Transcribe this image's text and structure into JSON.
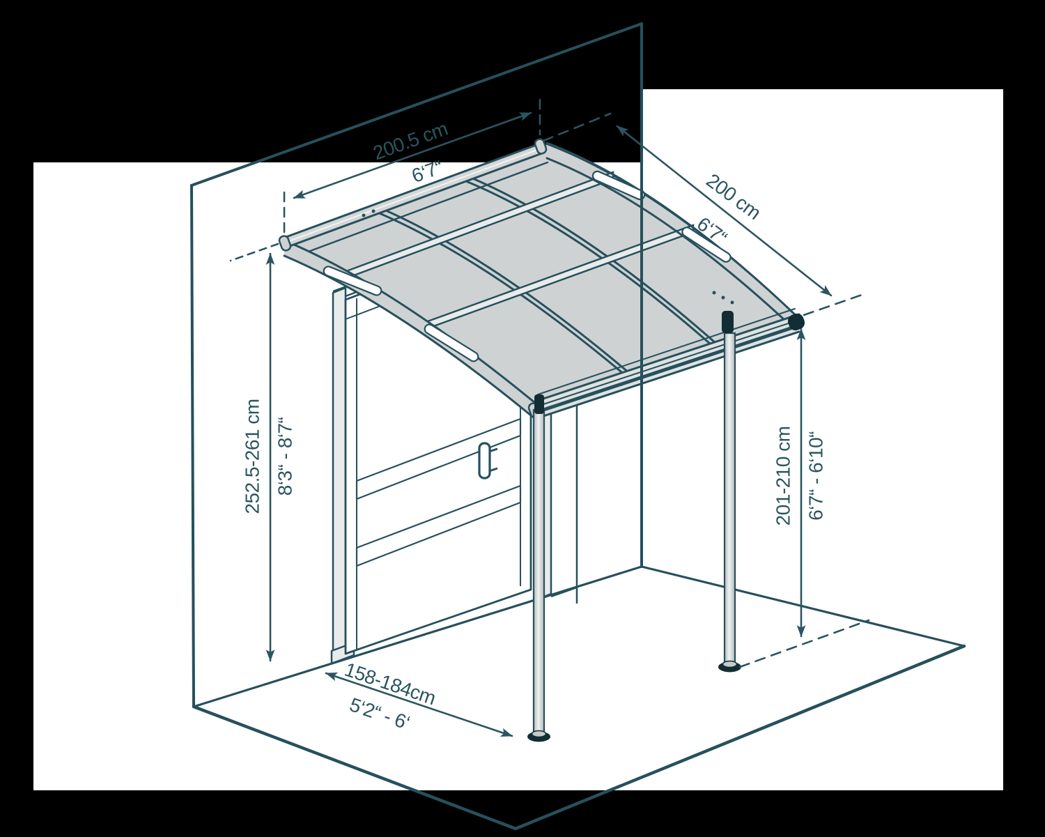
{
  "diagram": {
    "subject": "isometric dimension drawing of a wall-mounted arched door canopy with two support posts, door and floor outline",
    "dimensions": {
      "canopy_width": {
        "metric": "200.5 cm",
        "imperial": "6‘7“"
      },
      "canopy_depth": {
        "metric": "200 cm",
        "imperial": "6‘7“"
      },
      "wall_attachment_height": {
        "metric": "252.5-261 cm",
        "imperial": "8‘3“ - 8‘7“"
      },
      "post_height": {
        "metric": "201-210 cm",
        "imperial": "6‘7“ - 6‘10“"
      },
      "post_setback": {
        "metric": "158-184cm",
        "imperial": "5‘2“ - 6‘"
      }
    },
    "colors": {
      "line_teal": "#26505c",
      "text_teal": "#2b5560",
      "roof_grey": "#cfd2d3",
      "light_grey": "#e9ebeb",
      "dark_cap": "#132d34",
      "background": "#000000",
      "surface_white": "#ffffff"
    }
  }
}
